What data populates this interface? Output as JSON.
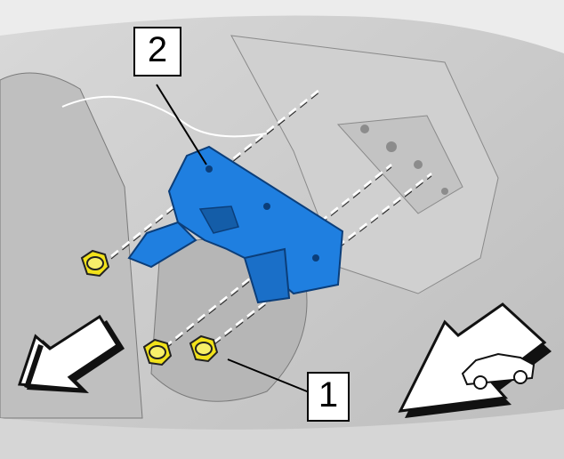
{
  "figure": {
    "callouts": [
      {
        "id": "1",
        "label": "1",
        "part": "nut"
      },
      {
        "id": "2",
        "label": "2",
        "part": "bracket"
      }
    ],
    "icons": [
      "direction-arrow-icon",
      "vehicle-front-icon"
    ]
  },
  "colors": {
    "part_highlight": "#1f7fe0",
    "fastener": "#f2e21a",
    "background_gray": "#c9c9c9",
    "outline": "#111111"
  }
}
